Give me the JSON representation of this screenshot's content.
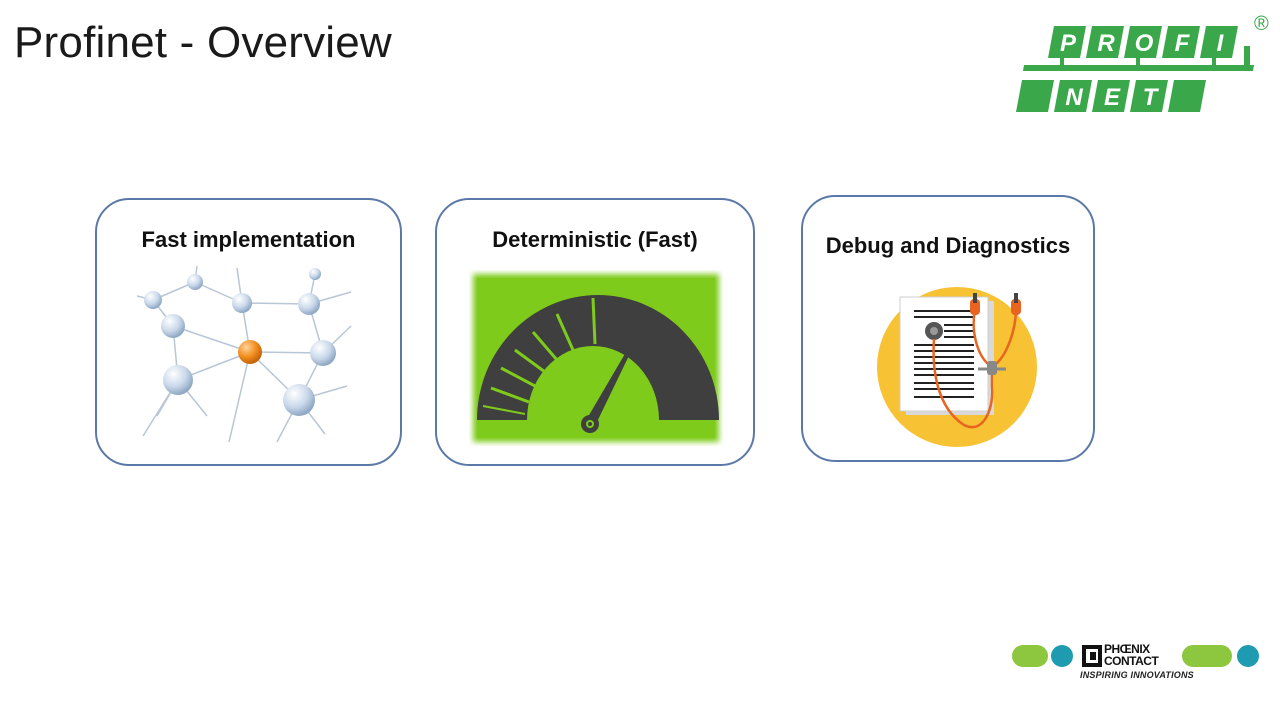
{
  "slide": {
    "title": "Profinet - Overview"
  },
  "logos": {
    "profinet": {
      "line1": [
        "P",
        "R",
        "O",
        "F",
        "I"
      ],
      "line2": [
        "N",
        "E",
        "T"
      ],
      "registered": "®",
      "color": "#3aa84a"
    },
    "phoenix_contact": {
      "name_line1": "PHŒNIX",
      "name_line2": "CONTACT",
      "tagline": "INSPIRING INNOVATIONS",
      "green": "#8dc63f",
      "teal": "#1e9bb0"
    }
  },
  "cards": [
    {
      "title": "Fast implementation",
      "icon": "network-nodes-icon"
    },
    {
      "title": "Deterministic (Fast)",
      "icon": "speedometer-icon",
      "accent": "#7ecb1b"
    },
    {
      "title": "Debug and Diagnostics",
      "icon": "stethoscope-document-icon",
      "accent": "#f7c234"
    }
  ],
  "colors": {
    "card_border": "#5b79a8",
    "node_highlight": "#f08c1c",
    "gauge_dark": "#3f3f3f"
  }
}
